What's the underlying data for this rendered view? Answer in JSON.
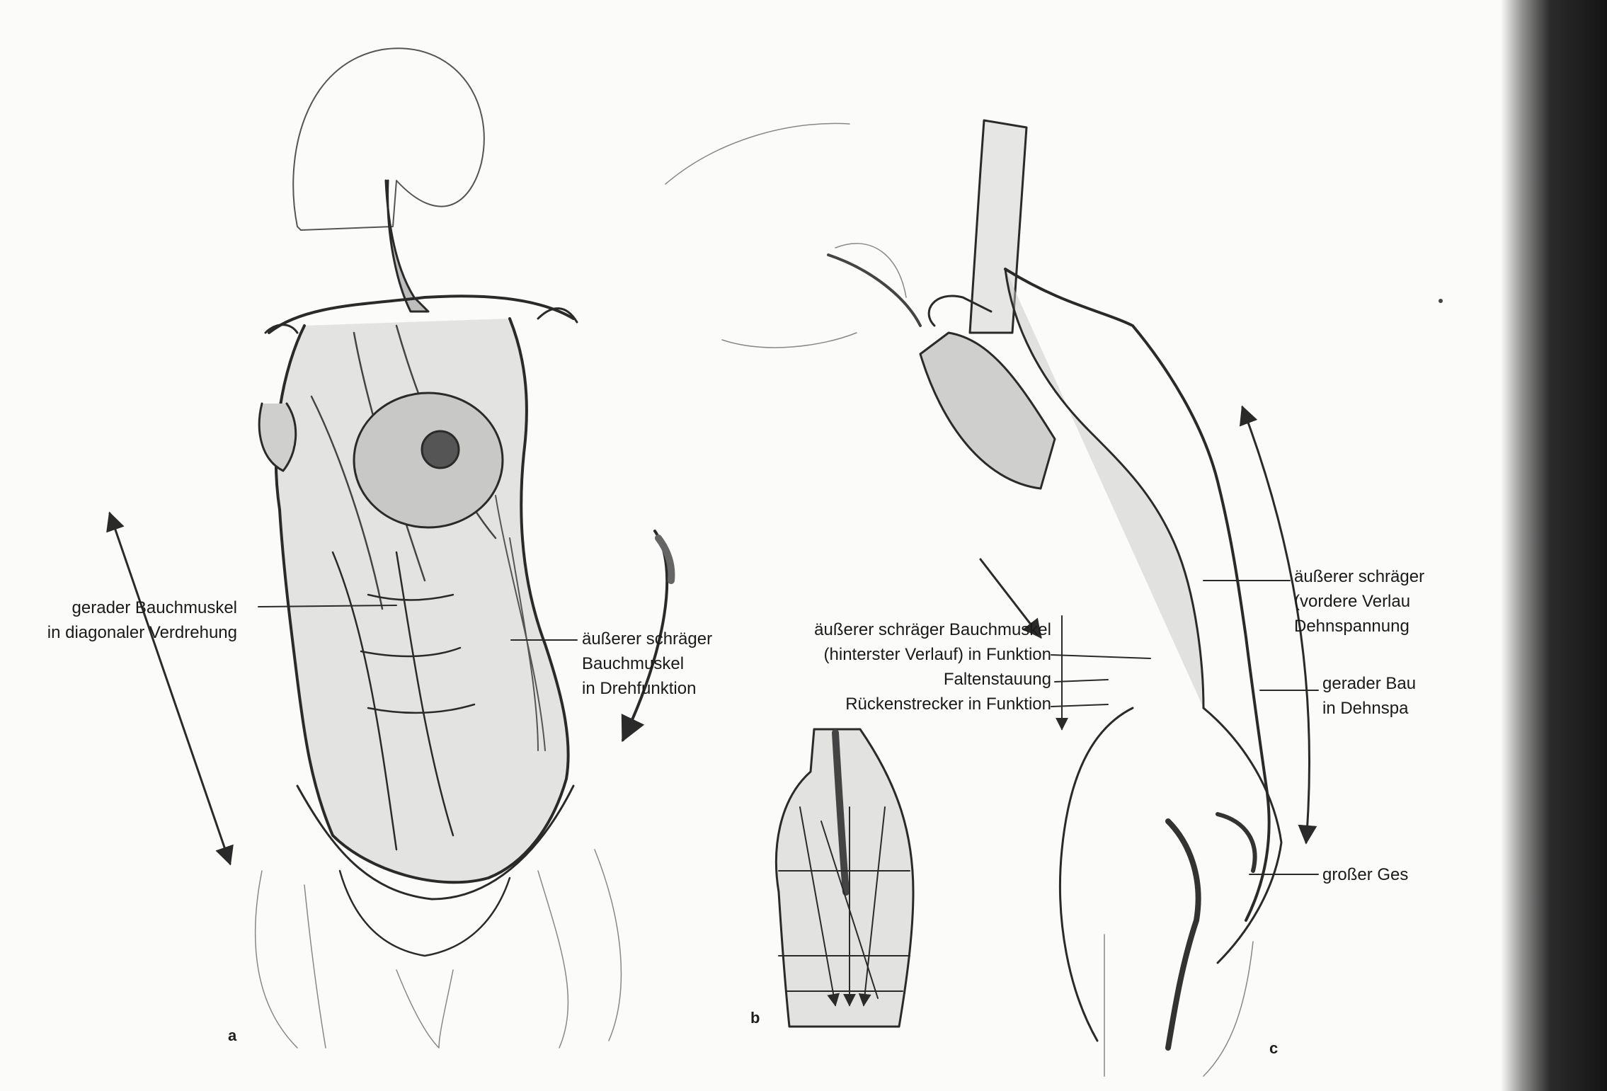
{
  "labels": {
    "a_left": {
      "line1": "gerader Bauchmuskel",
      "line2": "in diagonaler Verdrehung"
    },
    "a_right": {
      "line1": "äußerer schräger",
      "line2": "Bauchmuskel",
      "line3": "in Drehfunktion"
    },
    "c_left": {
      "line1": "äußerer schräger Bauchmuskel",
      "line2": "(hinterster Verlauf) in Funktion",
      "line3": "Faltenstauung",
      "line4": "Rückenstrecker in Funktion"
    },
    "c_right_top": {
      "line1": "äußerer schräger",
      "line2": "(vordere Verlau",
      "line3": "Dehnspannung"
    },
    "c_right_mid": {
      "line1": "gerader Bau",
      "line2": "in Dehnspa"
    },
    "c_right_bottom": {
      "line1": "großer Ges"
    }
  },
  "figure_letters": {
    "a": "a",
    "b": "b",
    "c": "c"
  }
}
